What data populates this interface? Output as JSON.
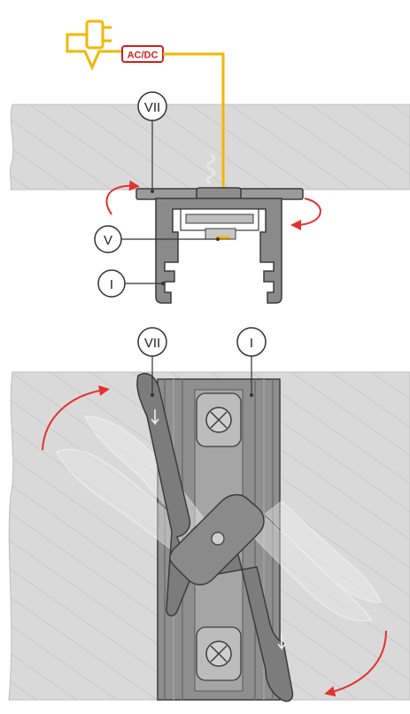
{
  "labels": {
    "power_supply": "AC/DC",
    "top_mount_plate": "VII",
    "connector": "V",
    "rail_profile": "I",
    "bottom_mount_plate": "VII",
    "bottom_rail": "I"
  },
  "colors": {
    "wall_fill": "#d7d7d7",
    "wall_hatch": "#bfbfbf",
    "profile_fill": "#8a8a8a",
    "profile_stroke": "#3b3b3b",
    "wire": "#f2b705",
    "ac_dc": "#d11f1f",
    "arrow": "#e53030",
    "label_stroke": "#333333"
  },
  "icons": {
    "plug": "plug-icon",
    "screw": "screw-x-icon",
    "rotate_arrow": "curved-arrow-icon"
  }
}
